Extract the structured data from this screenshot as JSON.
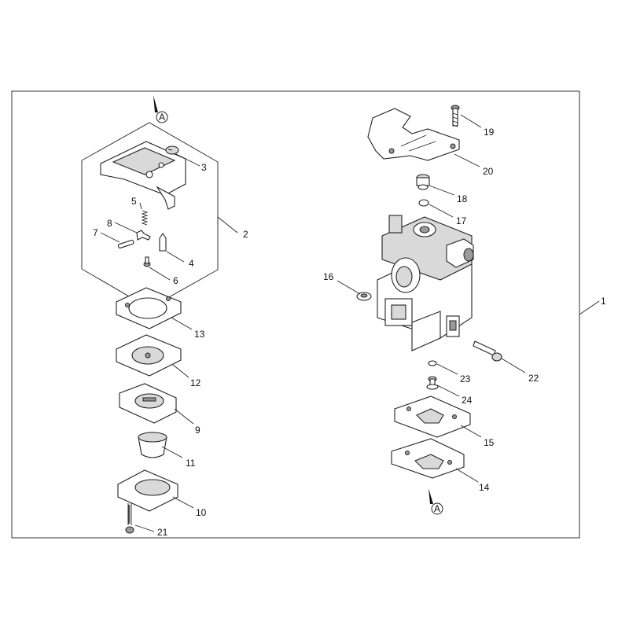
{
  "diagram": {
    "callouts": [
      "1",
      "2",
      "3",
      "4",
      "5",
      "6",
      "7",
      "8",
      "9",
      "10",
      "11",
      "12",
      "13",
      "14",
      "15",
      "16",
      "17",
      "18",
      "19",
      "20",
      "21",
      "22",
      "23",
      "24"
    ],
    "view_marker": "A"
  }
}
